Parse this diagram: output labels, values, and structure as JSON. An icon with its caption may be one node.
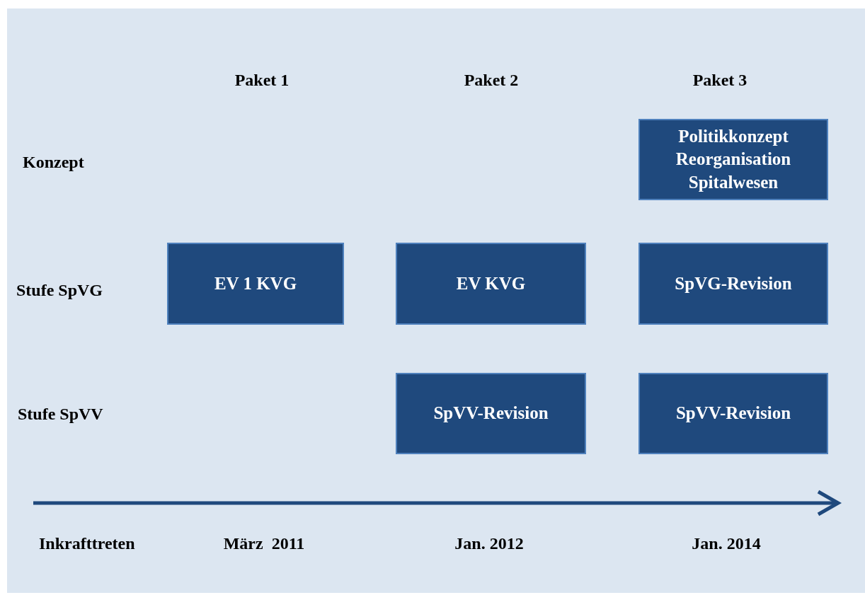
{
  "diagram": {
    "nodes": [
      {
        "text": [
          "Politikkonzept Reorganisation Spitalwesen"
        ]
      },
      {
        "text": [
          "EV 1 KVG"
        ]
      },
      {
        "text": [
          "EV KVG"
        ]
      },
      {
        "text": [
          "SpVG-Revision"
        ]
      },
      {
        "text": [
          "SpVV-Revision"
        ]
      },
      {
        "text": [
          "SpVV-Revision"
        ]
      }
    ],
    "labels": [
      "Paket 1",
      "Paket 2",
      "Paket 3",
      "Konzept",
      "Stufe SpVG",
      "Stufe SpVV",
      "Inkrafttreten",
      "März  2011",
      "Jan. 2012",
      "Jan. 2014"
    ]
  }
}
